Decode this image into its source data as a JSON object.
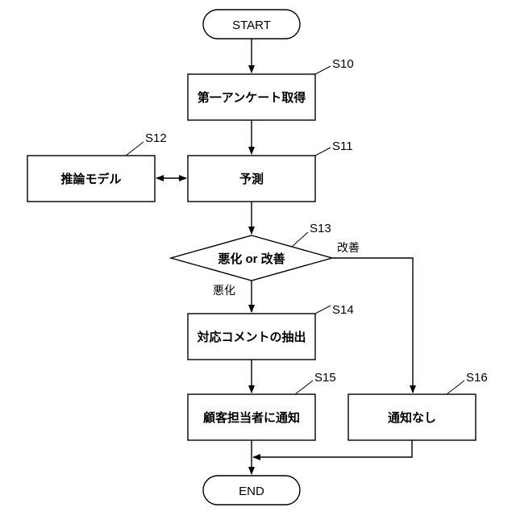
{
  "nodes": {
    "start": "START",
    "s10": "第一アンケート取得",
    "s11": "予測",
    "s12": "推論モデル",
    "s13": "悪化 or 改善",
    "s14": "対応コメントの抽出",
    "s15": "顧客担当者に通知",
    "s16": "通知なし",
    "end": "END"
  },
  "step_labels": {
    "s10": "S10",
    "s11": "S11",
    "s12": "S12",
    "s13": "S13",
    "s14": "S14",
    "s15": "S15",
    "s16": "S16"
  },
  "edge_labels": {
    "worse": "悪化",
    "improve": "改善"
  }
}
